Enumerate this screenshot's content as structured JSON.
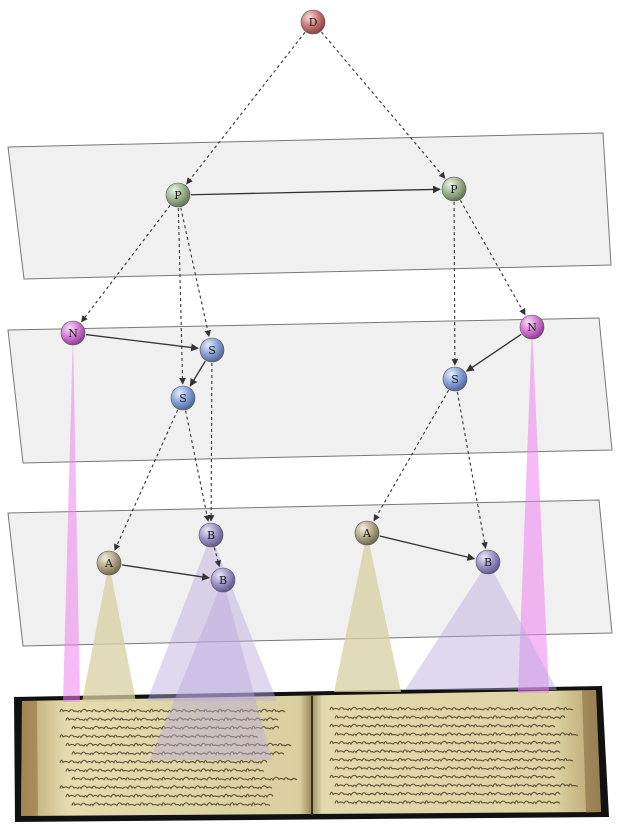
{
  "diagram": {
    "nodes": [
      {
        "id": "D",
        "label": "D",
        "kind": "document"
      },
      {
        "id": "P1",
        "label": "P",
        "kind": "page"
      },
      {
        "id": "P2",
        "label": "P",
        "kind": "page"
      },
      {
        "id": "N1",
        "label": "N",
        "kind": "note"
      },
      {
        "id": "N2",
        "label": "N",
        "kind": "note"
      },
      {
        "id": "S1",
        "label": "S",
        "kind": "section"
      },
      {
        "id": "S2",
        "label": "S",
        "kind": "section"
      },
      {
        "id": "S3",
        "label": "S",
        "kind": "section"
      },
      {
        "id": "A1",
        "label": "A",
        "kind": "block-a"
      },
      {
        "id": "B1",
        "label": "B",
        "kind": "block-b"
      },
      {
        "id": "B2",
        "label": "B",
        "kind": "block-b"
      },
      {
        "id": "A2",
        "label": "A",
        "kind": "block-a"
      },
      {
        "id": "B3",
        "label": "B",
        "kind": "block-b"
      }
    ],
    "edges": [
      {
        "from": "D",
        "to": "P1",
        "style": "dashed"
      },
      {
        "from": "D",
        "to": "P2",
        "style": "dashed"
      },
      {
        "from": "P1",
        "to": "P2",
        "style": "solid"
      },
      {
        "from": "P1",
        "to": "N1",
        "style": "dashed"
      },
      {
        "from": "P1",
        "to": "S1",
        "style": "dashed"
      },
      {
        "from": "P1",
        "to": "S2",
        "style": "dashed"
      },
      {
        "from": "N1",
        "to": "S1",
        "style": "solid"
      },
      {
        "from": "S1",
        "to": "S2",
        "style": "solid"
      },
      {
        "from": "S1",
        "to": "B1",
        "style": "dashed"
      },
      {
        "from": "S2",
        "to": "A1",
        "style": "dashed"
      },
      {
        "from": "S2",
        "to": "B1",
        "style": "dashed"
      },
      {
        "from": "A1",
        "to": "B2",
        "style": "solid"
      },
      {
        "from": "B1",
        "to": "B2",
        "style": "dashed"
      },
      {
        "from": "P2",
        "to": "S3",
        "style": "dashed"
      },
      {
        "from": "P2",
        "to": "N2",
        "style": "dashed"
      },
      {
        "from": "N2",
        "to": "S3",
        "style": "solid"
      },
      {
        "from": "S3",
        "to": "A2",
        "style": "dashed"
      },
      {
        "from": "S3",
        "to": "B3",
        "style": "dashed"
      },
      {
        "from": "A2",
        "to": "B3",
        "style": "solid"
      }
    ],
    "colors": {
      "document": "#c97a78",
      "page": "#9fb493",
      "note": "#d27ad6",
      "section": "#8aa3d8",
      "block-a": "#b3a788",
      "block-b": "#9e96c8",
      "layer_fill": "#f0f0f0",
      "layer_stroke": "#777777",
      "edge": "#333333",
      "projection_a": "#d8cfa3",
      "projection_b": "#b8a8dc",
      "projection_n": "#ee82f0",
      "manuscript_paper": "#ddd3a8",
      "manuscript_ink": "#4a3b28"
    }
  }
}
